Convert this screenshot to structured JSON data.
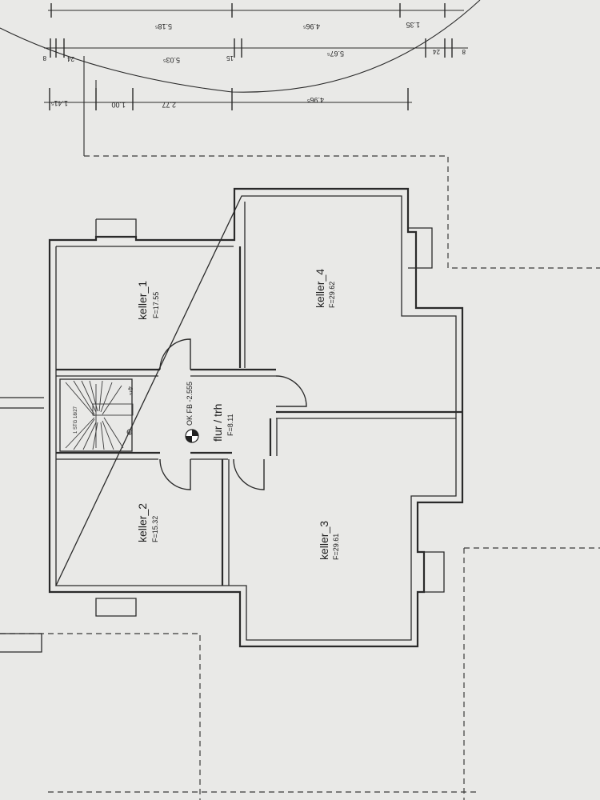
{
  "dimensions": {
    "top_row": [
      "5.18⁵",
      "4.96⁵",
      "1.35"
    ],
    "middle_row": [
      "8",
      "24",
      "5.03⁵",
      "15",
      "5.67⁵",
      "24",
      "8"
    ],
    "bottom_row": [
      "1.41⁵",
      "1.00",
      "2.77",
      "4.96⁵"
    ]
  },
  "rooms": {
    "keller_1": {
      "name": "keller_1",
      "area": "F=17.55"
    },
    "keller_2": {
      "name": "keller_2",
      "area": "F=15.32"
    },
    "keller_3": {
      "name": "keller_3",
      "area": "F=29.61"
    },
    "keller_4": {
      "name": "keller_4",
      "area": "F=29.62"
    },
    "flur": {
      "name": "flur / trh",
      "area": "F=8.11"
    }
  },
  "level_mark": "OK FB -2.555",
  "stair_label": "4⁴⁵",
  "stair_note": "1 STG 18/27"
}
